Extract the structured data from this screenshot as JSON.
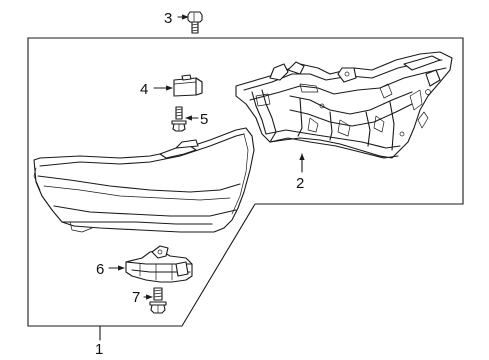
{
  "callouts": {
    "c1": "1",
    "c2": "2",
    "c3": "3",
    "c4": "4",
    "c5": "5",
    "c6": "6",
    "c7": "7"
  },
  "parts": {
    "p1": "headlamp-assembly",
    "p2": "mounting-bracket",
    "p3": "screw",
    "p4": "connector-socket",
    "p5": "bolt",
    "p6": "lower-bracket",
    "p7": "bolt"
  }
}
